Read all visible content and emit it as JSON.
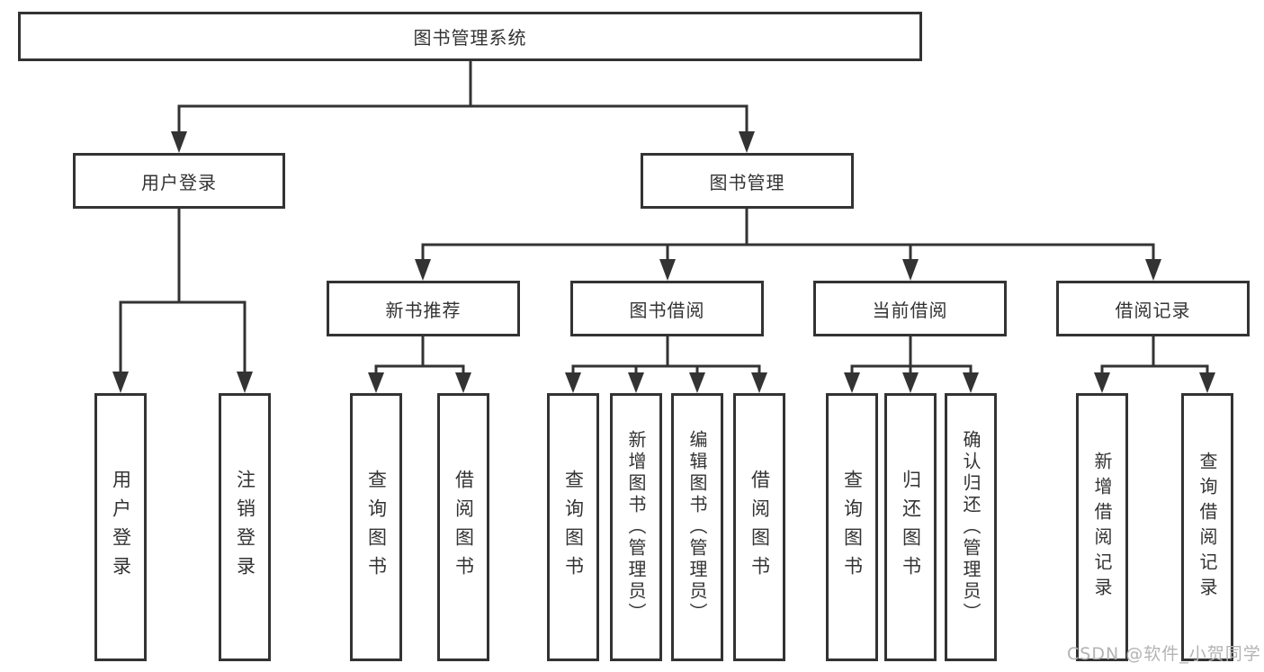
{
  "diagram": {
    "title": "图书管理系统",
    "branches": [
      {
        "label": "用户登录",
        "children": [
          {
            "label": "用户登录"
          },
          {
            "label": "注销登录"
          }
        ]
      },
      {
        "label": "图书管理",
        "children": [
          {
            "label": "新书推荐",
            "children": [
              {
                "label": "查询图书"
              },
              {
                "label": "借阅图书"
              }
            ]
          },
          {
            "label": "图书借阅",
            "children": [
              {
                "label": "查询图书"
              },
              {
                "label": "新增图书（管理员）"
              },
              {
                "label": "编辑图书（管理员）"
              },
              {
                "label": "借阅图书"
              }
            ]
          },
          {
            "label": "当前借阅",
            "children": [
              {
                "label": "查询图书"
              },
              {
                "label": "归还图书"
              },
              {
                "label": "确认归还（管理员）"
              }
            ]
          },
          {
            "label": "借阅记录",
            "children": [
              {
                "label": "新增借阅记录"
              },
              {
                "label": "查询借阅记录"
              }
            ]
          }
        ]
      }
    ]
  },
  "watermark": {
    "text": "CSDN @软件_小贺同学"
  },
  "colors": {
    "line": "#333333",
    "box_border": "#333333",
    "text": "#333333",
    "background": "#ffffff",
    "watermark": "#b3b3b3"
  }
}
